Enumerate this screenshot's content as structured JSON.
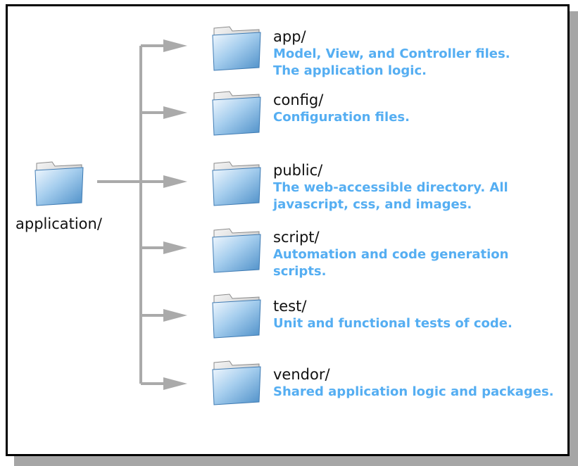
{
  "diagram": {
    "root": {
      "label": "application/",
      "icon": "folder-icon"
    },
    "colors": {
      "connector": "#aaaaaa",
      "description_text": "#55aef2",
      "label_text": "#111111",
      "frame_border": "#000000",
      "frame_shadow": "#a6a6a6"
    },
    "children": [
      {
        "name": "app/",
        "description": [
          "Model, View, and Controller files.",
          "The application logic."
        ],
        "icon": "folder-icon"
      },
      {
        "name": "config/",
        "description": [
          "Configuration files."
        ],
        "icon": "folder-icon"
      },
      {
        "name": "public/",
        "description": [
          "The web-accessible directory. All",
          "javascript, css, and images."
        ],
        "icon": "folder-icon"
      },
      {
        "name": "script/",
        "description": [
          "Automation and code generation",
          "scripts."
        ],
        "icon": "folder-icon"
      },
      {
        "name": "test/",
        "description": [
          "Unit and functional tests of code."
        ],
        "icon": "folder-icon"
      },
      {
        "name": "vendor/",
        "description": [
          "Shared application logic and packages."
        ],
        "icon": "folder-icon"
      }
    ]
  }
}
